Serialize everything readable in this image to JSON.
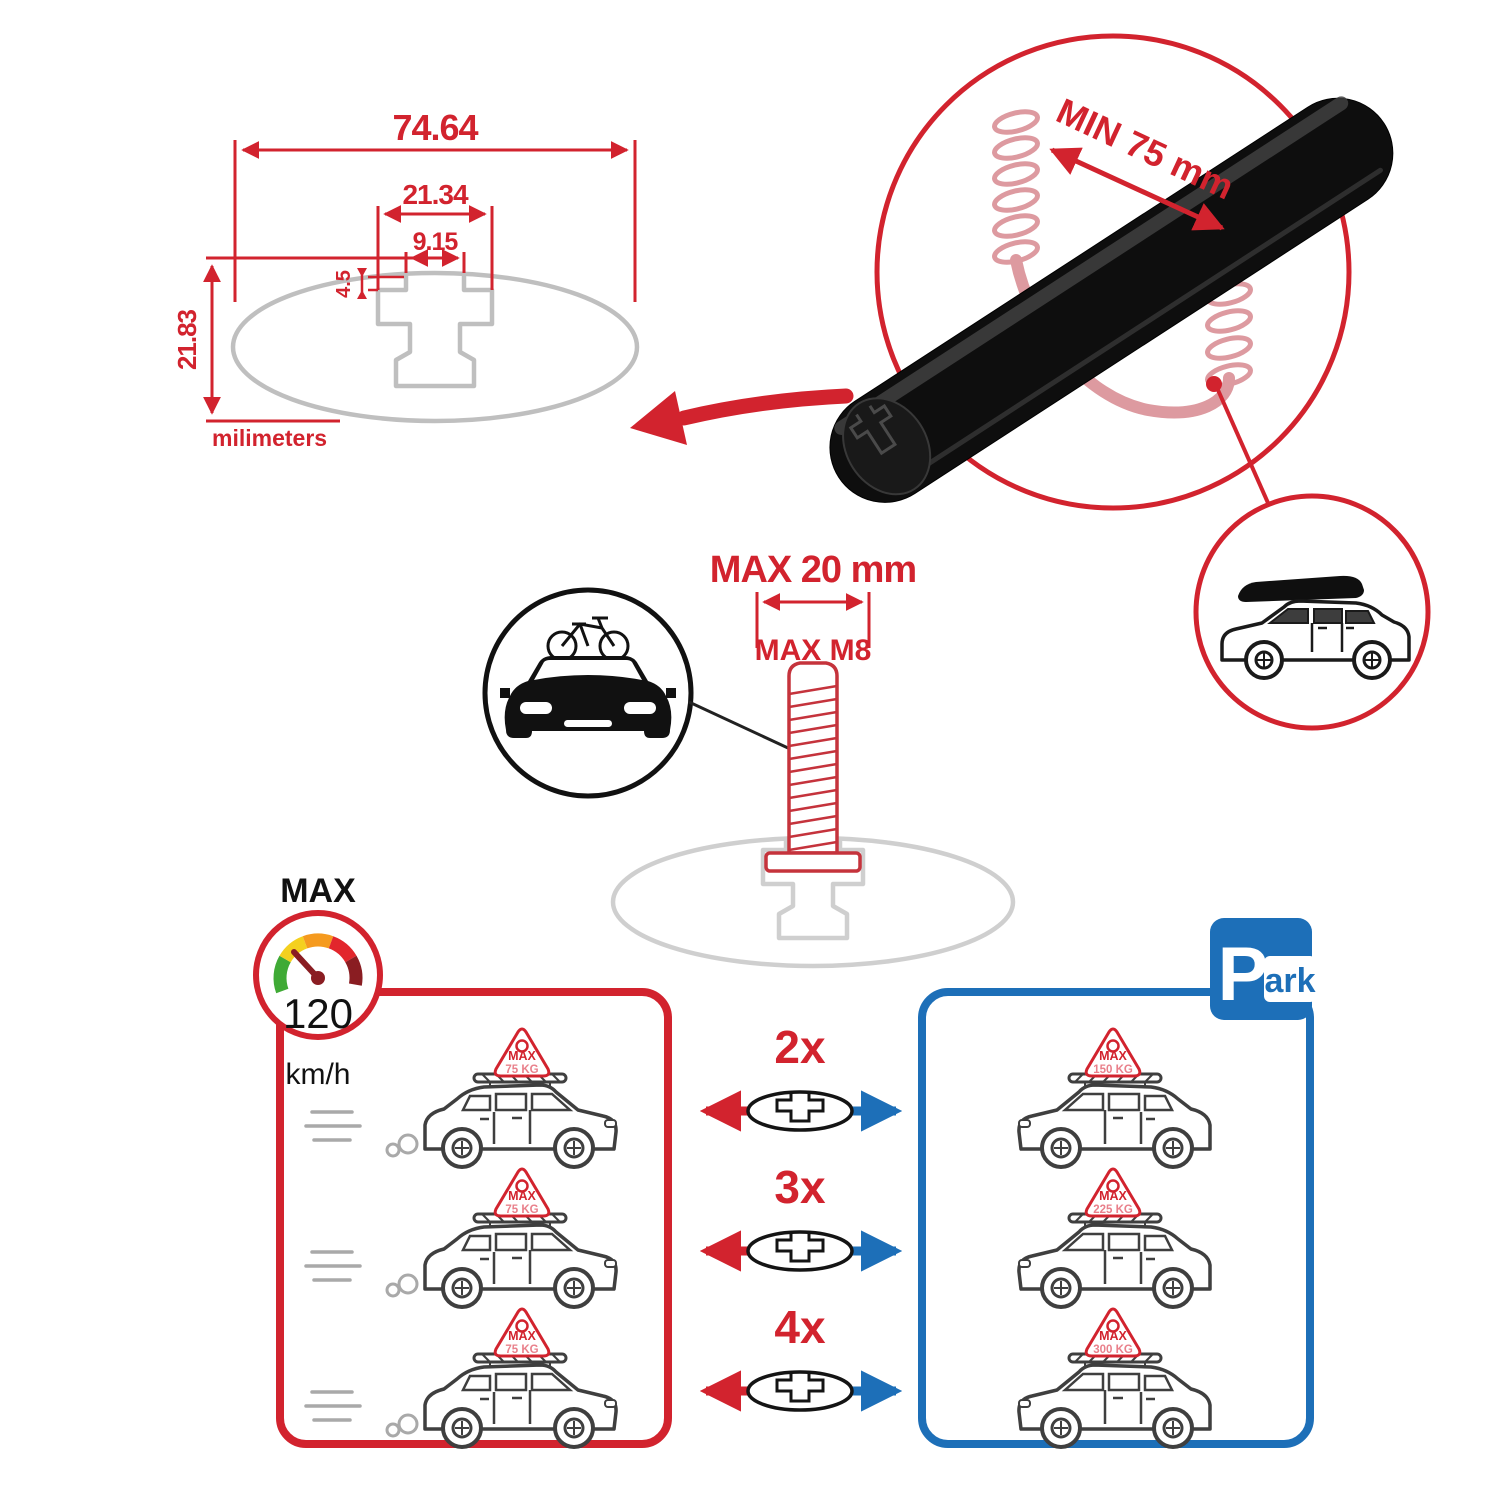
{
  "colors": {
    "accent_red": "#d2232e",
    "accent_blue": "#1d6fb8",
    "bar_black": "#111111",
    "profile_gray": "#c4c4c4",
    "coil_pink": "#dd9aa0",
    "load_value_pink": "#e9808b",
    "gauge_green": "#3faa35",
    "gauge_yellow": "#f4d01f",
    "gauge_orange": "#f59a1e",
    "gauge_red": "#e2262c",
    "gauge_dark_red": "#8a1d22"
  },
  "icons": {
    "speedometer-icon": "circular speed gauge with colored arc and needle",
    "park-sign-icon": "blue parking sign with white P",
    "bicycle-icon": "bicycle carried on car roof",
    "car-front-icon": "car front view silhouette",
    "suv-side-icon": "SUV side view with roof basket",
    "roof-box-icon": "black cargo box on SUV roof",
    "crossbar-section-icon": "oval crossbar cross-section with T-slot",
    "coil-strap-icon": "mounting clamp coil around crossbar",
    "bolt-icon": "threaded T-slot bolt"
  },
  "cross_section": {
    "width": "74.64",
    "slot_outer": "21.34",
    "slot_inner": "9.15",
    "lip_depth": "4.5",
    "height": "21.83",
    "units_label": "milimeters"
  },
  "bar_detail": {
    "min_clearance_label": "MIN 75 mm"
  },
  "bolt": {
    "max_width_label": "MAX 20 mm",
    "max_thread_label": "MAX M8"
  },
  "speed_limit": {
    "title": "MAX",
    "value": "120",
    "unit": "km/h"
  },
  "park_sign": {
    "letter": "P",
    "suffix": "ark"
  },
  "capacity_rows": [
    {
      "multiplier": "2x",
      "driving": {
        "label": "MAX",
        "value": "75 KG"
      },
      "parked": {
        "label": "MAX",
        "value": "150 KG"
      }
    },
    {
      "multiplier": "3x",
      "driving": {
        "label": "MAX",
        "value": "75 KG"
      },
      "parked": {
        "label": "MAX",
        "value": "225 KG"
      }
    },
    {
      "multiplier": "4x",
      "driving": {
        "label": "MAX",
        "value": "75 KG"
      },
      "parked": {
        "label": "MAX",
        "value": "300 KG"
      }
    }
  ]
}
